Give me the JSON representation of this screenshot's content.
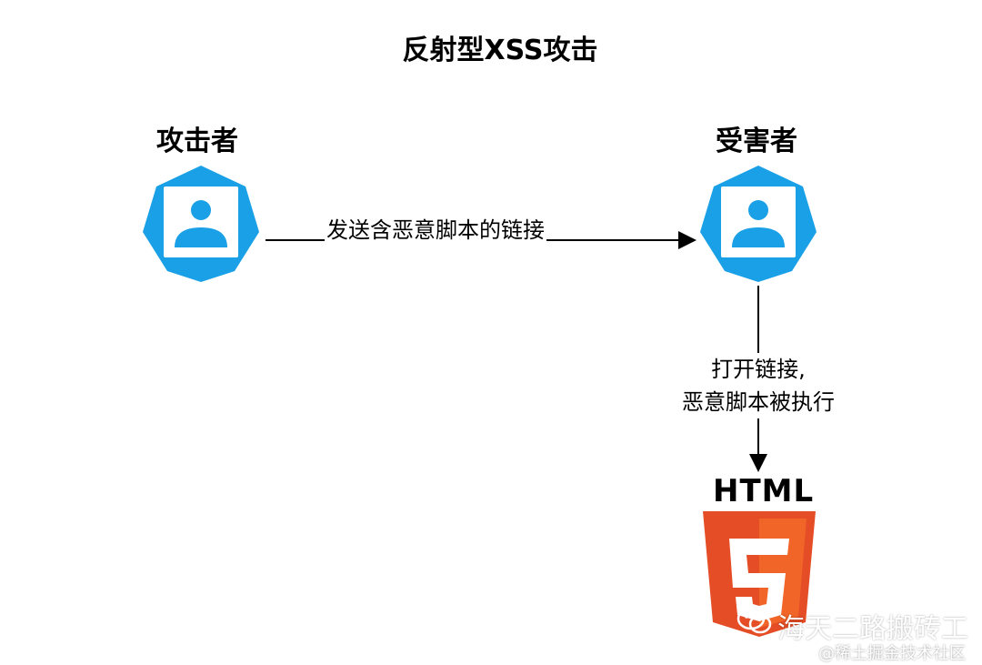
{
  "title": "反射型XSS攻击",
  "attacker": {
    "label": "攻击者",
    "icon": "user-icon",
    "color": "#1aa0e6"
  },
  "victim": {
    "label": "受害者",
    "icon": "user-icon",
    "color": "#1aa0e6"
  },
  "edges": [
    {
      "label": "发送含恶意脚本的链接",
      "from": "attacker",
      "to": "victim"
    },
    {
      "label_line1": "打开链接,",
      "label_line2": "恶意脚本被执行",
      "from": "victim",
      "to": "html"
    }
  ],
  "html_node": {
    "label": "HTML",
    "badge": "5",
    "icon": "html5-logo",
    "colors": {
      "shield": "#e44d26",
      "shield_light": "#f16529",
      "five": "#ffffff"
    }
  },
  "watermark": {
    "main": "海天二路搬砖工",
    "sub": "@稀土掘金技术社区",
    "icon": "wechat-icon"
  }
}
